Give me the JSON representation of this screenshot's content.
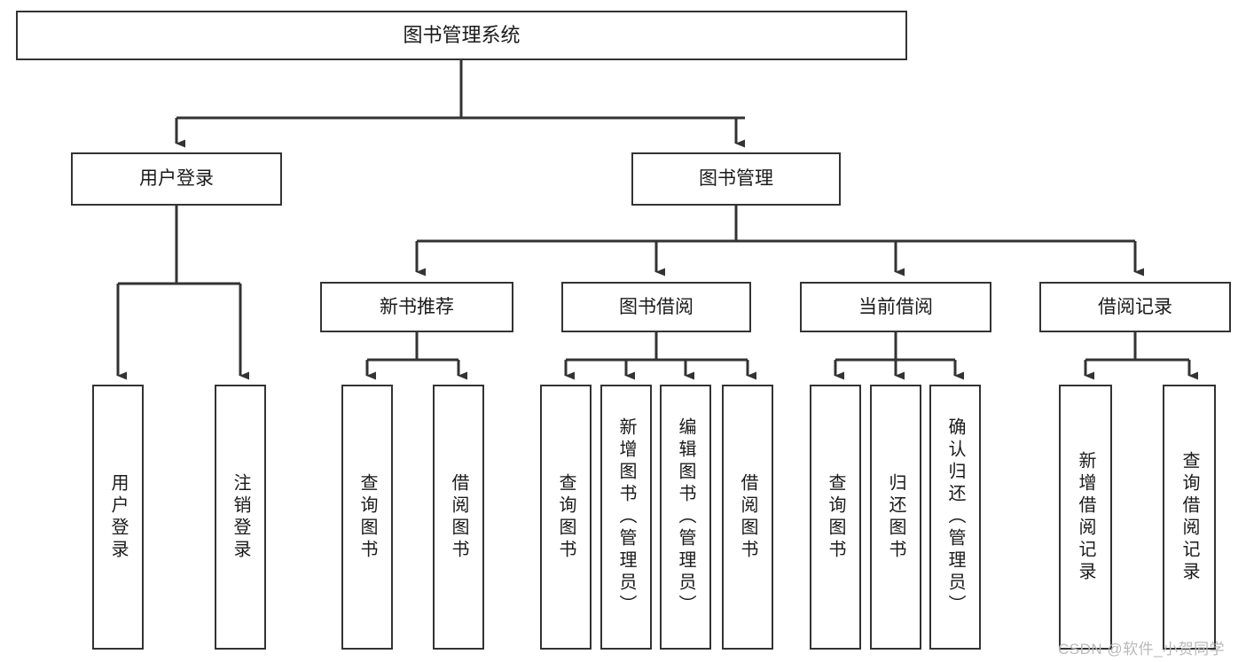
{
  "diagram": {
    "title": "图书管理系统",
    "type": "hierarchy-flowchart",
    "colors": {
      "box_border": "#333333",
      "box_fill": "#ffffff",
      "edge": "#333333",
      "text": "#1a1a1a",
      "watermark": "#b9b9b9",
      "background": "#ffffff"
    },
    "nodes": {
      "root": {
        "label": "图书管理系统"
      },
      "level2": [
        {
          "label": "用户登录"
        },
        {
          "label": "图书管理"
        }
      ],
      "level3": [
        {
          "label": "新书推荐"
        },
        {
          "label": "图书借阅"
        },
        {
          "label": "当前借阅"
        },
        {
          "label": "借阅记录"
        }
      ],
      "leaves_user_login": [
        {
          "label": "用户登录"
        },
        {
          "label": "注销登录"
        }
      ],
      "leaves_new_book": [
        {
          "label": "查询图书"
        },
        {
          "label": "借阅图书"
        }
      ],
      "leaves_borrow": [
        {
          "label": "查询图书"
        },
        {
          "label": "新增图书（管理员）"
        },
        {
          "label": "编辑图书（管理员）"
        },
        {
          "label": "借阅图书"
        }
      ],
      "leaves_current": [
        {
          "label": "查询图书"
        },
        {
          "label": "归还图书"
        },
        {
          "label": "确认归还（管理员）"
        }
      ],
      "leaves_records": [
        {
          "label": "新增借阅记录"
        },
        {
          "label": "查询借阅记录"
        }
      ]
    }
  },
  "watermark": {
    "text": "CSDN @软件_小贺同学"
  }
}
